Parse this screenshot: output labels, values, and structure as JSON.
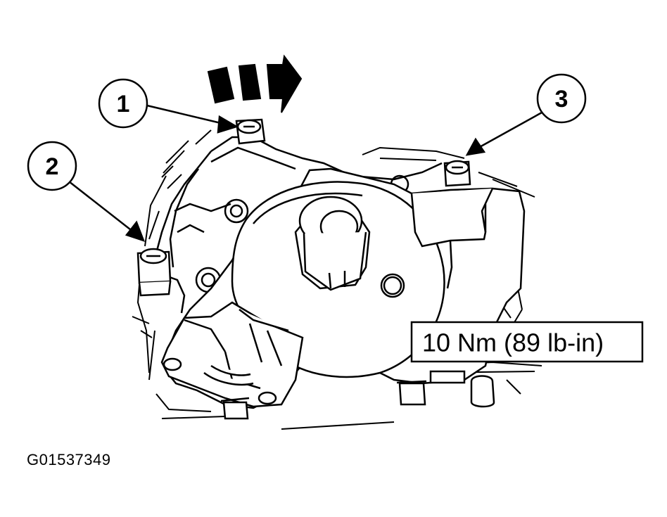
{
  "callouts": [
    {
      "number": "1"
    },
    {
      "number": "2"
    },
    {
      "number": "3"
    }
  ],
  "torque_spec": "10 Nm (89 lb-in)",
  "figure_id": "G01537349",
  "colors": {
    "line": "#000000",
    "background": "#ffffff"
  }
}
